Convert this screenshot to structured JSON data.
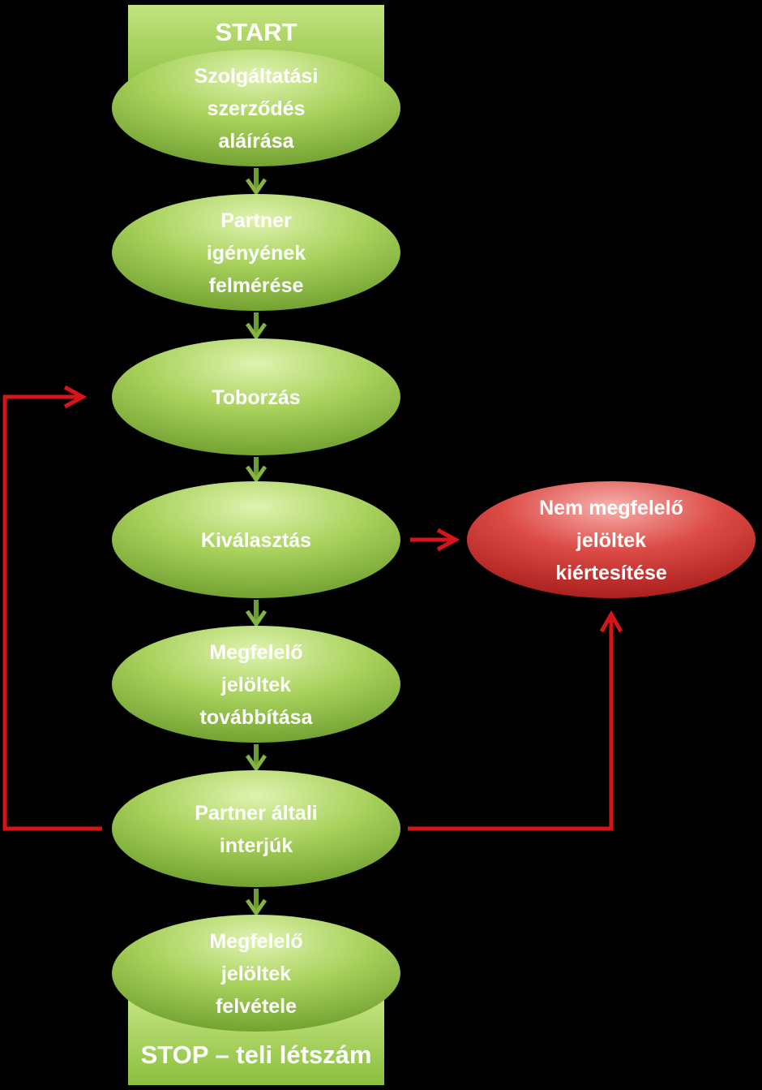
{
  "diagram": {
    "start_label": "START",
    "stop_label": "STOP – teli létszám",
    "nodes": [
      {
        "id": "contract",
        "lines": [
          "Szolgáltatási",
          "szerződés",
          "aláírása"
        ],
        "color": "green"
      },
      {
        "id": "needs",
        "lines": [
          "Partner",
          "igényének",
          "felmérése"
        ],
        "color": "green"
      },
      {
        "id": "recruit",
        "lines": [
          "Toborzás"
        ],
        "color": "green"
      },
      {
        "id": "select",
        "lines": [
          "Kiválasztás"
        ],
        "color": "green"
      },
      {
        "id": "forward",
        "lines": [
          "Megfelelő",
          "jelöltek",
          "továbbítása"
        ],
        "color": "green"
      },
      {
        "id": "interview",
        "lines": [
          "Partner általi",
          "interjúk"
        ],
        "color": "green"
      },
      {
        "id": "hire",
        "lines": [
          "Megfelelő",
          "jelöltek",
          "felvétele"
        ],
        "color": "green"
      },
      {
        "id": "reject",
        "lines": [
          "Nem megfelelő",
          "jelöltek",
          "kiértesítése"
        ],
        "color": "red"
      }
    ],
    "edges": [
      {
        "from": "contract",
        "to": "needs",
        "color": "green"
      },
      {
        "from": "needs",
        "to": "recruit",
        "color": "green"
      },
      {
        "from": "recruit",
        "to": "select",
        "color": "green"
      },
      {
        "from": "select",
        "to": "forward",
        "color": "green"
      },
      {
        "from": "forward",
        "to": "interview",
        "color": "green"
      },
      {
        "from": "interview",
        "to": "hire",
        "color": "green"
      },
      {
        "from": "select",
        "to": "reject",
        "color": "red"
      },
      {
        "from": "interview",
        "to": "reject",
        "color": "red"
      },
      {
        "from": "interview",
        "to": "recruit",
        "color": "red"
      }
    ],
    "colors": {
      "green_light": "#c6e68a",
      "green_mid": "#9bcb4f",
      "green_dark": "#6a9a2a",
      "red_light": "#f08a86",
      "red_mid": "#d8403b",
      "red_dark": "#a81c1a",
      "arrow_red": "#d6151b",
      "arrow_green": "#6e9d2f",
      "background": "#000000"
    }
  }
}
